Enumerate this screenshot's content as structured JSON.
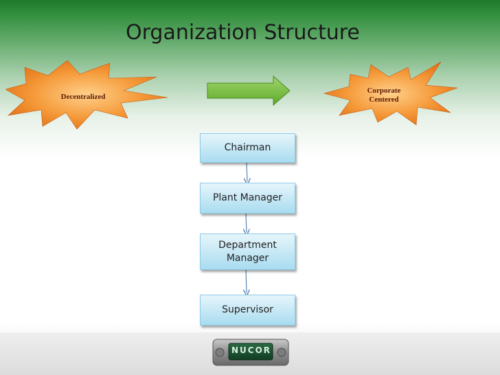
{
  "slide": {
    "title": "Organization Structure"
  },
  "shift": {
    "from_label": "Decentralized",
    "to_label_line1": "Corporate",
    "to_label_line2": "Centered"
  },
  "org_chart": {
    "nodes": [
      {
        "id": "chairman",
        "label": "Chairman"
      },
      {
        "id": "plant-manager",
        "label": "Plant Manager"
      },
      {
        "id": "department-manager",
        "label_line1": "Department",
        "label_line2": "Manager"
      },
      {
        "id": "supervisor",
        "label": "Supervisor"
      }
    ]
  },
  "footer": {
    "logo_text": "NUCOR"
  },
  "colors": {
    "arrow": "#7cc142",
    "star_orange": "#f08a2c",
    "box_fill": "#b8e2f2",
    "connector": "#5a86b0"
  }
}
